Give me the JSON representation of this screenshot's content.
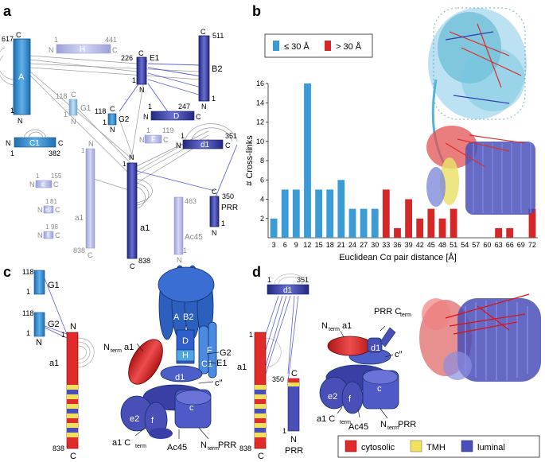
{
  "panels": {
    "a": {
      "letter": "a",
      "subunits": [
        {
          "name": "A",
          "top": "617",
          "tl": "C",
          "bottom": "1",
          "bl": "N"
        },
        {
          "name": "H",
          "start": "1",
          "startLbl": "N",
          "end": "441",
          "endLbl": "C"
        },
        {
          "name": "E1",
          "top": "226",
          "tl": "C",
          "bottom": "1",
          "bl": "N"
        },
        {
          "name": "B2",
          "top": "511",
          "tl": "C",
          "bottom": "1",
          "bl": "N"
        },
        {
          "name": "G1",
          "top": "118",
          "tl": "C",
          "bottom": "1",
          "bl": "N"
        },
        {
          "name": "G2",
          "top": "118",
          "tl": "C",
          "bottom": "1",
          "bl": "N"
        },
        {
          "name": "D",
          "start": "1",
          "startLbl": "N",
          "end": "247",
          "endLbl": "C"
        },
        {
          "name": "C1",
          "start": "1",
          "startLbl": "N",
          "end": "382",
          "endLbl": "C"
        },
        {
          "name": "F",
          "start": "1",
          "startLbl": "N",
          "end": "119",
          "endLbl": "C"
        },
        {
          "name": "d1",
          "start": "1",
          "startLbl": "N",
          "end": "351",
          "endLbl": "C"
        },
        {
          "name": "c",
          "start": "1",
          "startLbl": "N",
          "end": "155",
          "endLbl": "C"
        },
        {
          "name": "e2",
          "start": "1",
          "startLbl": "N",
          "end": "81",
          "endLbl": "C"
        },
        {
          "name": "f",
          "start": "1",
          "startLbl": "N",
          "end": "98",
          "endLbl": "C"
        },
        {
          "name": "a1",
          "top": "1",
          "tl": "N",
          "bottom": "838",
          "bl": "C"
        },
        {
          "name": "a1",
          "top": "1",
          "tl": "N",
          "bottom": "838",
          "bl": "C"
        },
        {
          "name": "Ac45",
          "top": "463",
          "tl": "",
          "bottom": "1",
          "bl": "N"
        },
        {
          "name": "PRR",
          "top": "350",
          "tl": "C",
          "bottom": "1",
          "bl": "N"
        }
      ]
    },
    "b": {
      "letter": "b",
      "legend": {
        "short": "≤ 30 Å",
        "long": "> 30 Å",
        "short_color": "#3b9bd5",
        "long_color": "#d62728"
      }
    },
    "c": {
      "letter": "c",
      "labels": {
        "G1": "G1",
        "G2": "G2",
        "a1": "a1",
        "N": "N",
        "C": "C",
        "n118a": "118",
        "n118b": "118",
        "n1a": "1",
        "n1b": "1",
        "top1": "1",
        "n838": "838",
        "nterm": "N",
        "nterm_sub": "term",
        "cterm_pre": "a1 C",
        "cterm_sub": "term",
        "ac45": "Ac45",
        "nterm2": "N",
        "nterm2_sub": "term",
        "prr": " PRR",
        "A": "A",
        "B2": "B2",
        "D": "D",
        "H": "H",
        "F": "F",
        "C1": "C1",
        "d1": "d1",
        "c2": "c″",
        "e2": "e2",
        "f": "f",
        "c": "c",
        "G2r": "G2",
        "E1r": "E1"
      }
    },
    "d": {
      "letter": "d",
      "labels": {
        "d1": "d1",
        "one": "1",
        "n351": "351",
        "a1": "a1",
        "one2": "1",
        "n838": "838",
        "C": "C",
        "n350": "350",
        "Cprr": "C",
        "one3": "1",
        "N": "N",
        "PRR": "PRR",
        "nterm": "N",
        "nterm_sub": "term",
        "a1b": "a1",
        "prr": "PRR C",
        "prr_sub": "term",
        "d1b": "d1",
        "c2": "c″",
        "e2": "e2",
        "f": "f",
        "c": "c",
        "cterm": "a1 C",
        "cterm_sub": "term",
        "ac45": "Ac45",
        "nterm2": "N",
        "nterm2_sub": "term",
        "prr2": " PRR"
      }
    }
  },
  "chart_data": {
    "type": "bar",
    "xlabel": "Euclidean Cα pair distance [Å]",
    "ylabel": "# Cross-links",
    "ylim": [
      0,
      16
    ],
    "yticks": [
      2,
      4,
      6,
      8,
      10,
      12,
      14,
      16
    ],
    "categories": [
      "3",
      "6",
      "9",
      "12",
      "15",
      "18",
      "21",
      "24",
      "27",
      "30",
      "33",
      "36",
      "39",
      "42",
      "45",
      "48",
      "51",
      "54",
      "57",
      "60",
      "63",
      "66",
      "69",
      "72"
    ],
    "series": [
      {
        "color": "#3b9bd5",
        "values": [
          2,
          5,
          5,
          16,
          5,
          5,
          6,
          3,
          3,
          3,
          0,
          0,
          0,
          0,
          0,
          0,
          0,
          0,
          0,
          0,
          0,
          0,
          0,
          0
        ]
      },
      {
        "color": "#d62728",
        "values": [
          0,
          0,
          0,
          0,
          0,
          0,
          0,
          0,
          0,
          0,
          5,
          1,
          4,
          2,
          3,
          2,
          3,
          0,
          0,
          0,
          1,
          1,
          0,
          3
        ]
      }
    ]
  },
  "legend_bottom": {
    "items": [
      {
        "label": "cytosolic",
        "color": "#e02b2b"
      },
      {
        "label": "TMH",
        "color": "#f2e15e"
      },
      {
        "label": "luminal",
        "color": "#4a4fb8"
      }
    ]
  }
}
